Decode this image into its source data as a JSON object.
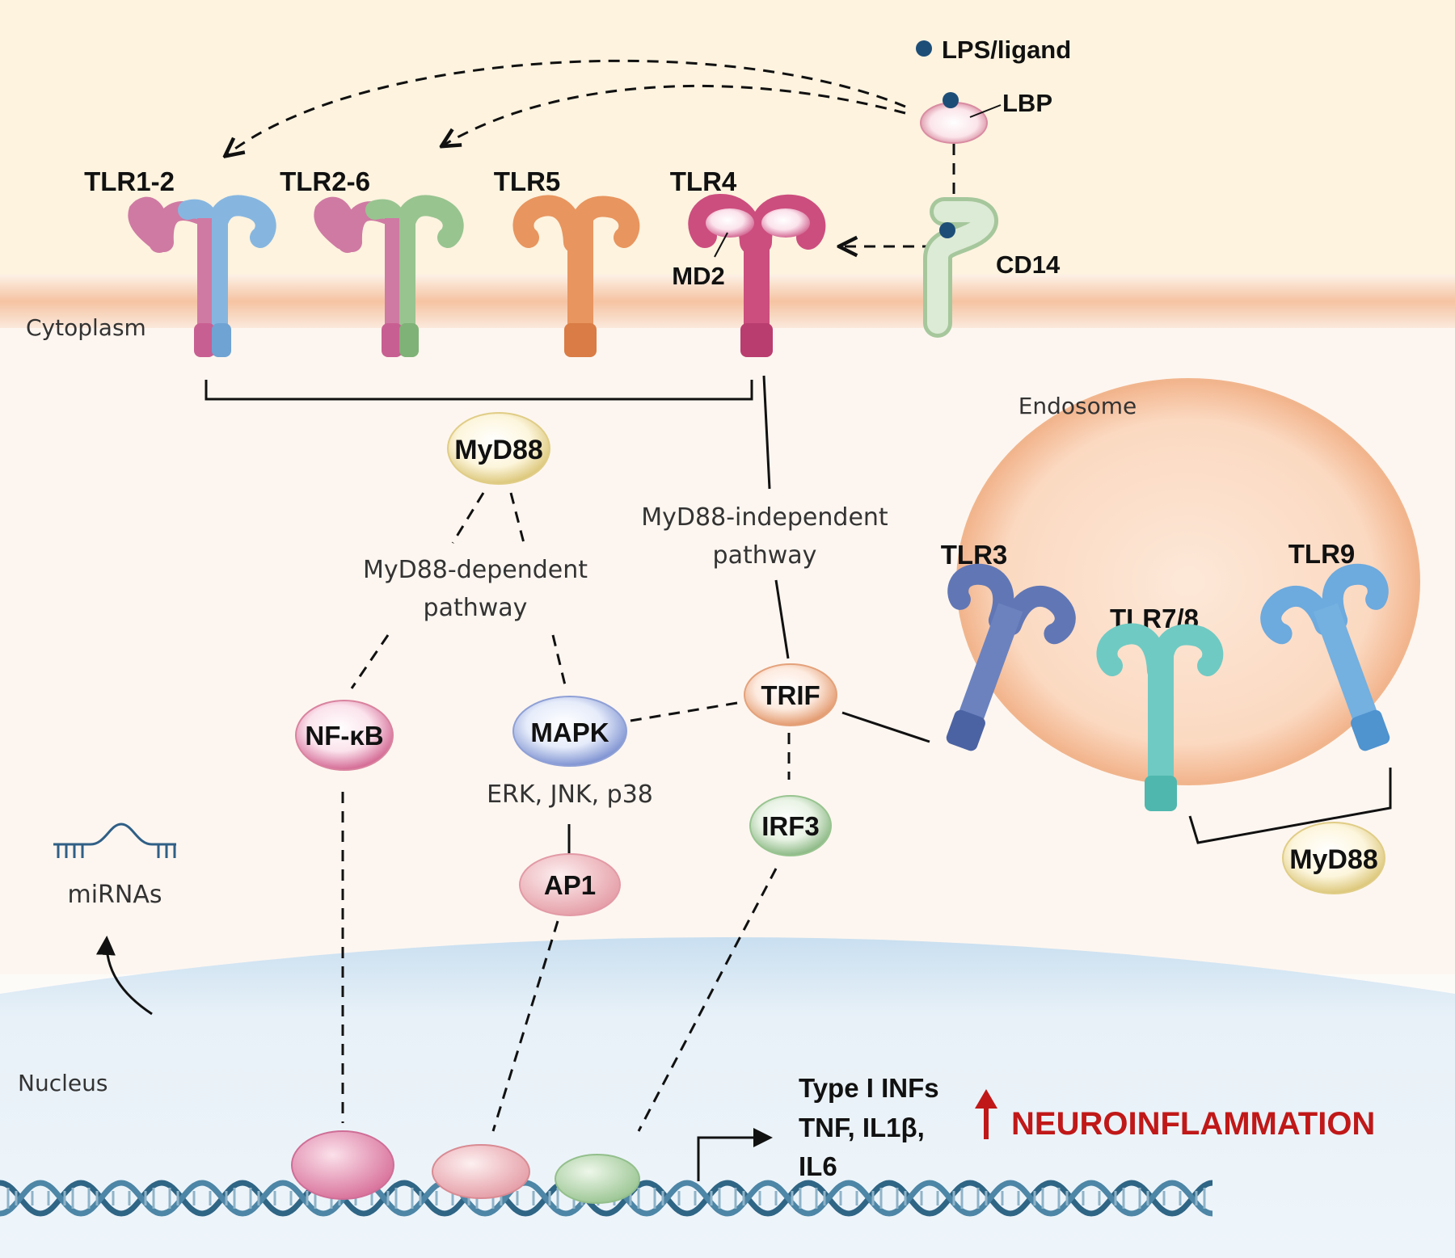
{
  "regions": {
    "cytoplasm": "Cytoplasm",
    "endosome": "Endosome",
    "nucleus": "Nucleus"
  },
  "ligands": {
    "lps": "LPS/ligand",
    "lbp": "LBP",
    "cd14": "CD14",
    "md2": "MD2"
  },
  "receptors": {
    "tlr1_2": "TLR1-2",
    "tlr2_6": "TLR2-6",
    "tlr5": "TLR5",
    "tlr4": "TLR4",
    "tlr3": "TLR3",
    "tlr7_8": "TLR7/8",
    "tlr9": "TLR9"
  },
  "adaptors": {
    "myd88": "MyD88",
    "myd88_endosome": "MyD88",
    "trif": "TRIF"
  },
  "pathways": {
    "dependent_line1": "MyD88-dependent",
    "dependent_line2": "pathway",
    "independent_line1": "MyD88-independent",
    "independent_line2": "pathway"
  },
  "factors": {
    "nfkb": "NF-κB",
    "mapk": "MAPK",
    "mapk_sub": "ERK, JNK, p38",
    "ap1": "AP1",
    "irf3": "IRF3"
  },
  "mirnas": "miRNAs",
  "outputs": {
    "line1": "Type I INFs",
    "line2": "TNF, IL1β,",
    "line3": "IL6"
  },
  "result": "NEUROINFLAMMATION",
  "colors": {
    "extracellular": "#fdf3df",
    "cytoplasm": "#fdf5ef",
    "membrane": "#f6c6a4",
    "nucleus": "#e7f1f9",
    "pink": "#cf6f9a",
    "blue": "#7aaedb",
    "green": "#93bf8c",
    "orange": "#e89a64",
    "tlr4": "#cc4e7e",
    "tlr3": "#5b73b3",
    "tlr78": "#63c3bd",
    "tlr9": "#62a3d8",
    "dna": "#3a6f91",
    "arrow_red": "#c01818",
    "lps_dot": "#1d4e78"
  }
}
